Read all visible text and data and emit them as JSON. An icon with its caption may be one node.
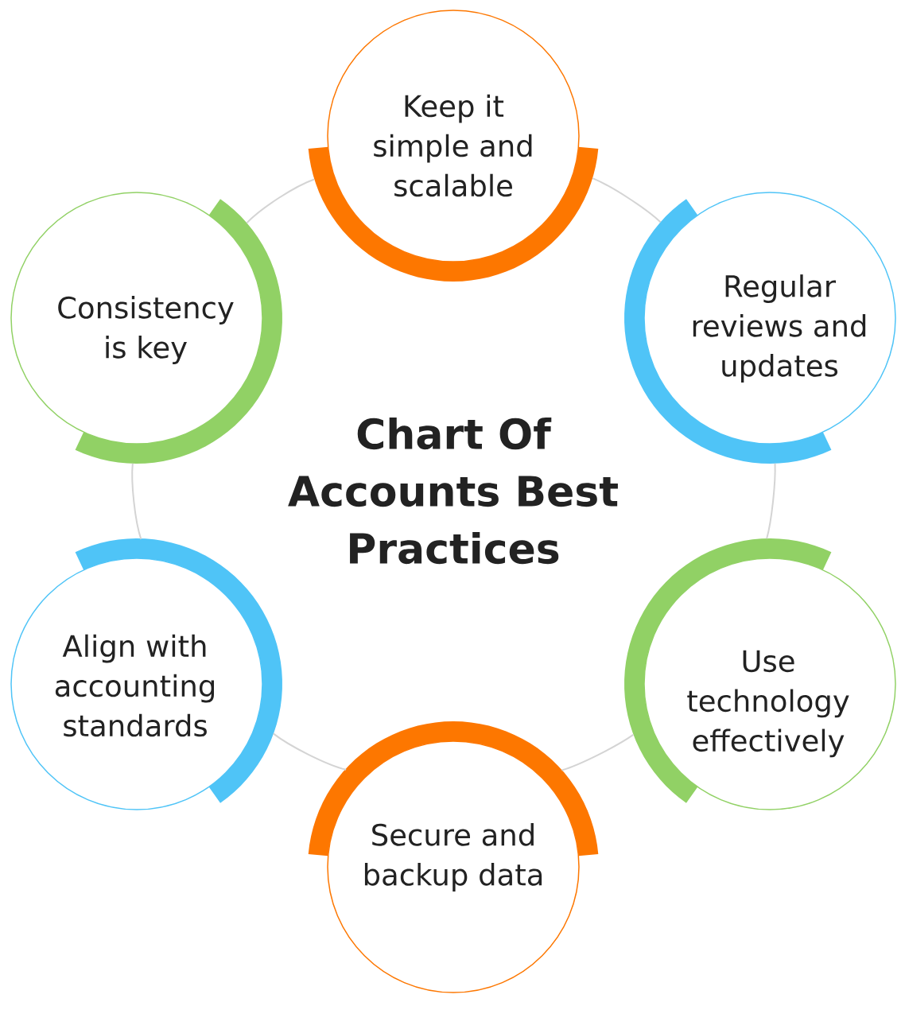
{
  "diagram": {
    "title": "Chart Of Accounts Best Practices",
    "nodes": [
      {
        "text": [
          "Keep it simple and scalable"
        ]
      },
      {
        "text": [
          "Consistency is key"
        ]
      },
      {
        "text": [
          "Regular reviews and updates"
        ]
      },
      {
        "text": [
          "Align with accounting standards"
        ]
      },
      {
        "text": [
          "Use technology effectively"
        ]
      },
      {
        "text": [
          "Secure and backup data"
        ]
      }
    ],
    "edges": [
      {
        "from": 0,
        "to": 2,
        "arrow": "none"
      },
      {
        "from": 2,
        "to": 4,
        "arrow": "none"
      },
      {
        "from": 4,
        "to": 5,
        "arrow": "none"
      },
      {
        "from": 5,
        "to": 3,
        "arrow": "none"
      },
      {
        "from": 3,
        "to": 1,
        "arrow": "none"
      },
      {
        "from": 1,
        "to": 0,
        "arrow": "none"
      }
    ]
  }
}
